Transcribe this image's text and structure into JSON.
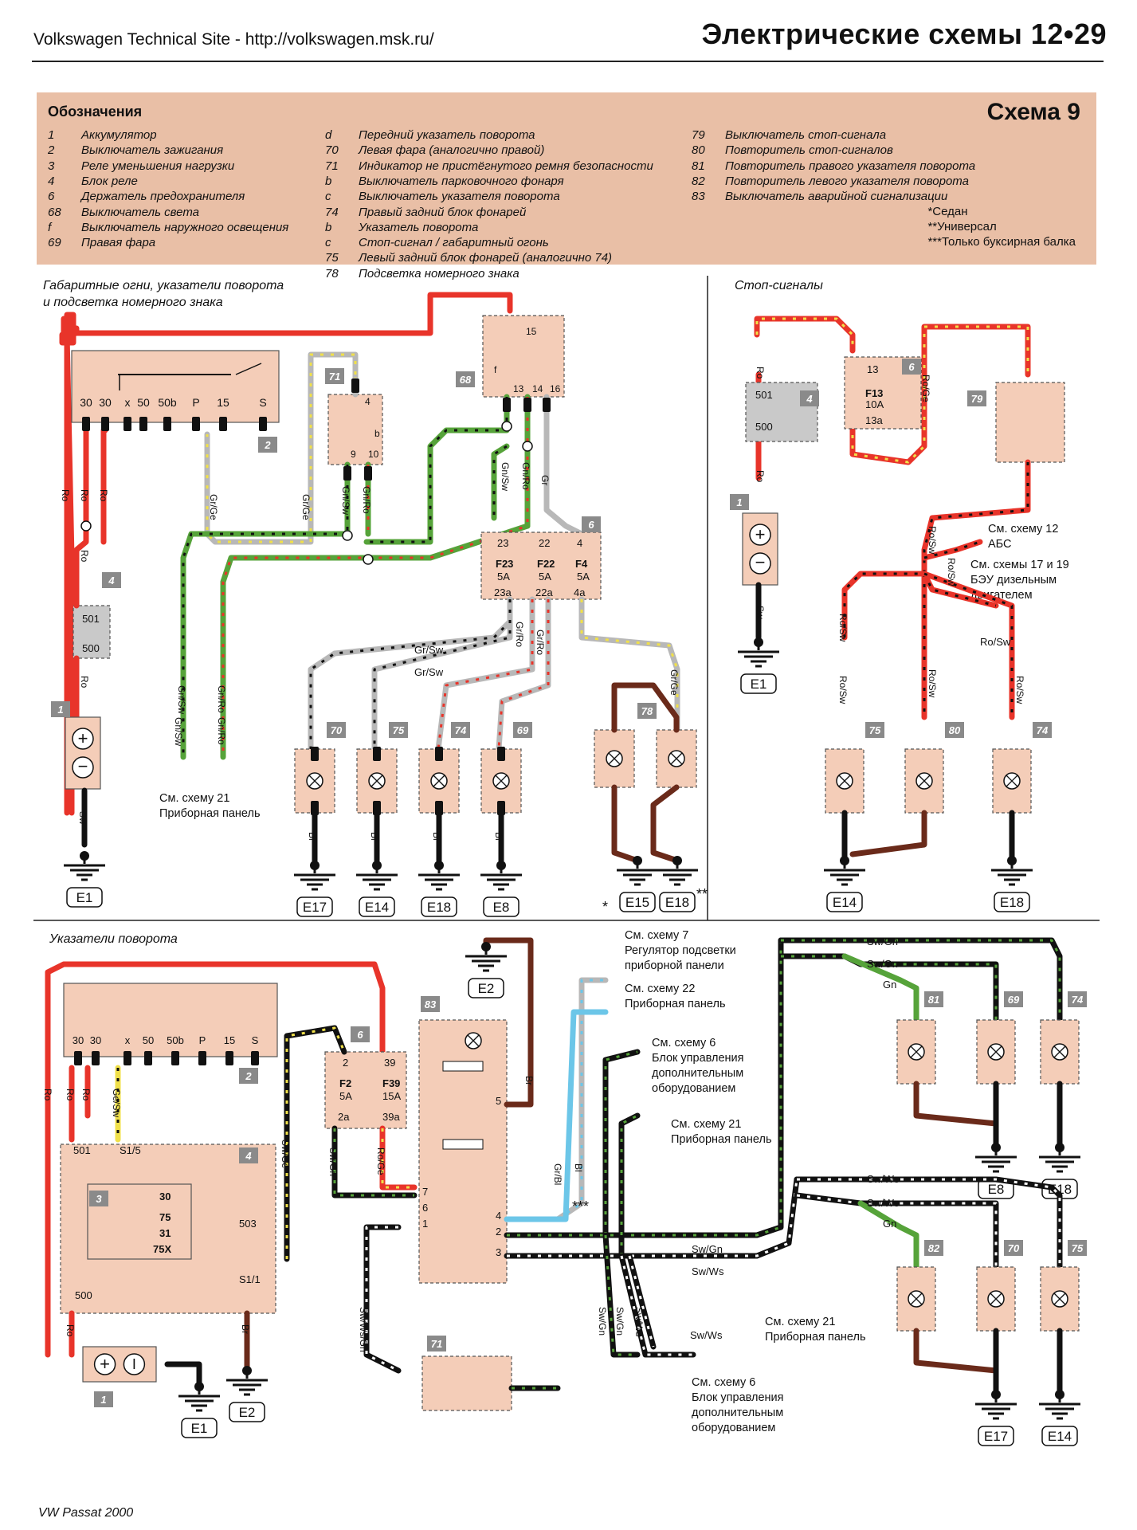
{
  "header": {
    "site": "Volkswagen Technical Site - http://volkswagen.msk.ru/",
    "page_title": "Электрические схемы 12•29"
  },
  "legend": {
    "title": "Обозначения",
    "scheme": "Схема 9",
    "col1": [
      {
        "num": "1",
        "text": "Аккумулятор"
      },
      {
        "num": "2",
        "text": "Выключатель зажигания"
      },
      {
        "num": "3",
        "text": "Реле уменьшения нагрузки"
      },
      {
        "num": "4",
        "text": "Блок реле"
      },
      {
        "num": "6",
        "text": "Держатель предохранителя"
      },
      {
        "num": "68",
        "text": "Выключатель света"
      },
      {
        "num": "f",
        "text": "Выключатель наружного освещения"
      },
      {
        "num": "69",
        "text": "Правая фара"
      }
    ],
    "col2": [
      {
        "num": "d",
        "text": "Передний указатель поворота"
      },
      {
        "num": "70",
        "text": "Левая фара (аналогично правой)"
      },
      {
        "num": "71",
        "text": "Индикатор не пристёгнутого ремня безопасности"
      },
      {
        "num": "b",
        "text": "Выключатель парковочного фонаря"
      },
      {
        "num": "c",
        "text": "Выключатель указателя поворота"
      },
      {
        "num": "74",
        "text": "Правый задний блок фонарей"
      },
      {
        "num": "b",
        "text": "Указатель поворота"
      },
      {
        "num": "c",
        "text": "Стоп-сигнал / габаритный огонь"
      },
      {
        "num": "75",
        "text": "Левый задний блок фонарей (аналогично 74)"
      },
      {
        "num": "78",
        "text": "Подсветка номерного знака"
      }
    ],
    "col3": [
      {
        "num": "79",
        "text": "Выключатель стоп-сигнала"
      },
      {
        "num": "80",
        "text": "Повторитель стоп-сигналов"
      },
      {
        "num": "81",
        "text": "Повторитель правого указателя поворота"
      },
      {
        "num": "82",
        "text": "Повторитель левого указателя поворота"
      },
      {
        "num": "83",
        "text": "Выключатель аварийной сигнализации"
      }
    ],
    "notes": [
      "*Седан",
      "**Универсал",
      "***Только буксирная балка"
    ]
  },
  "sections": {
    "parking_title": "Габаритные огни, указатели поворота\nи подсветка номерного знака",
    "stop_title": "Стоп-сигналы",
    "turn_title": "Указатели поворота"
  },
  "refs": {
    "p_panel": "См. схему 21\nПриборная панель",
    "s_abs": "См. схему 12\nАБС",
    "s_beu": "См. схемы 17 и 19\nБЭУ дизельным\nдвигателем",
    "t_r7": "См. схему 7\nРегулятор подсветки\nприборной панели",
    "t_r22": "См. схему 22\nПриборная панель",
    "t_r6a": "См. схему 6\nБлок управления\nдополнительным\nоборудованием",
    "t_r21a": "См. схему 21\nПриборная панель",
    "t_r21b": "См. схему 21\nПриборная панель",
    "t_r6b": "См. схему 6\nБлок управления\nдополнительным\nоборудованием"
  },
  "wire_colors": {
    "Ro": "#e8342a",
    "Gr": "#b8b8b8",
    "Gn": "#56a33a",
    "Sw": "#111111",
    "Br": "#6a2a1a",
    "Bl": "#6cc6e8",
    "Ge": "#f0e04a",
    "Ws": "#ffffff",
    "component_fill": "#f4cdb8",
    "relay_fill": "#c9c9c9",
    "legend_bg": "#e9bfa6"
  },
  "footer": "VW Passat 2000"
}
